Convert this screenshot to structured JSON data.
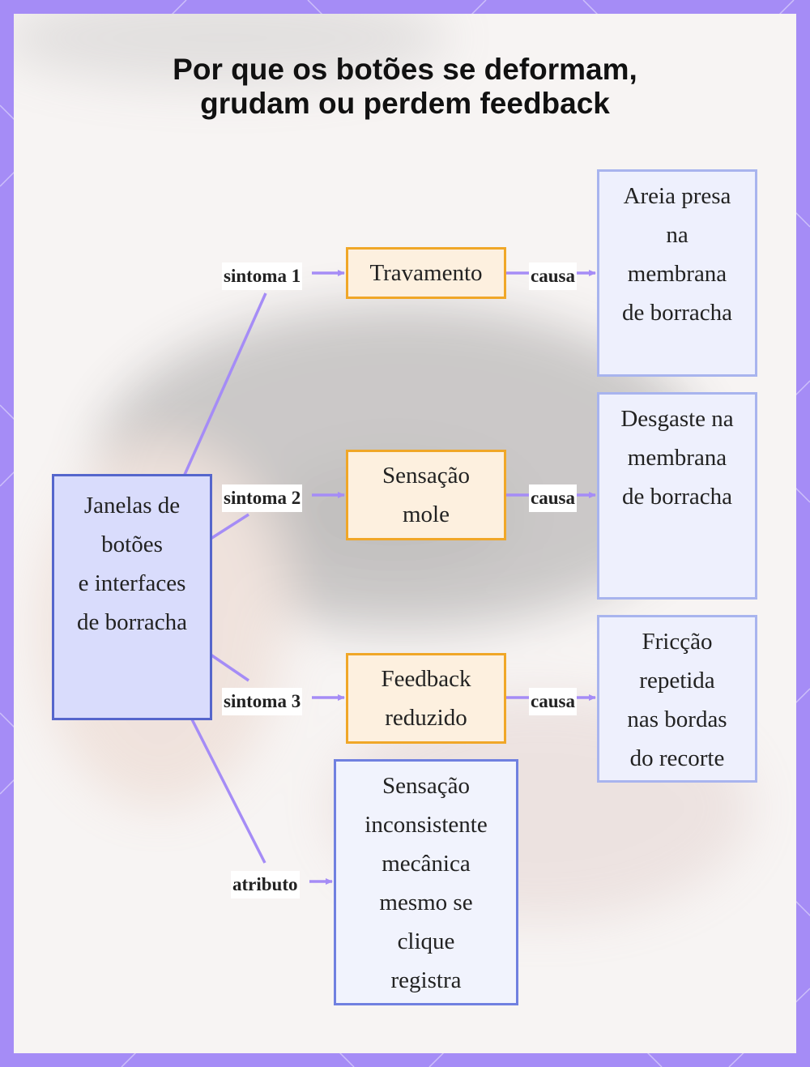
{
  "title": {
    "line1": "Por que os botões se deformam,",
    "line2": "grudam ou perdem feedback"
  },
  "root": {
    "lines": [
      "Janelas de",
      "botões",
      "e interfaces",
      "de borracha"
    ]
  },
  "symptoms": [
    {
      "edge_label": "sintoma 1",
      "lines": [
        "Travamento"
      ],
      "cause_label": "causa",
      "cause_lines": [
        "Areia presa",
        "na",
        "membrana",
        "de borracha"
      ]
    },
    {
      "edge_label": "sintoma 2",
      "lines": [
        "Sensação",
        "mole"
      ],
      "cause_label": "causa",
      "cause_lines": [
        "Desgaste na",
        "membrana",
        "de borracha"
      ]
    },
    {
      "edge_label": "sintoma 3",
      "lines": [
        "Feedback",
        "reduzido"
      ],
      "cause_label": "causa",
      "cause_lines": [
        "Fricção",
        "repetida",
        "nas bordas",
        "do recorte"
      ]
    }
  ],
  "attribute": {
    "edge_label": "atributo",
    "lines": [
      "Sensação",
      "inconsistente",
      "mecânica",
      "mesmo se",
      "clique",
      "registra"
    ]
  },
  "colors": {
    "frame": "#a58cf6",
    "connector": "#a58cf6",
    "root_fill": "#d9dcfc",
    "root_border": "#5566cc",
    "symptom_fill": "#fdf0df",
    "symptom_border": "#f0a728",
    "cause_fill": "#eef0fd",
    "cause_border": "#a8b4ee"
  }
}
